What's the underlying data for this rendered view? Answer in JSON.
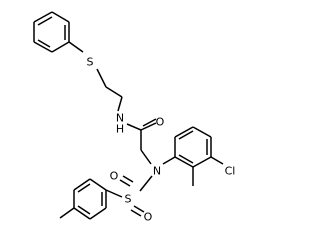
{
  "molecule": {
    "atoms": {
      "s_thio": "S",
      "nh": "N",
      "h_amide": "H",
      "o_amide": "O",
      "n_sulf": "N",
      "cl": "Cl",
      "s_sulf": "S",
      "o_sulf_left": "O",
      "o_sulf_right": "O"
    }
  }
}
